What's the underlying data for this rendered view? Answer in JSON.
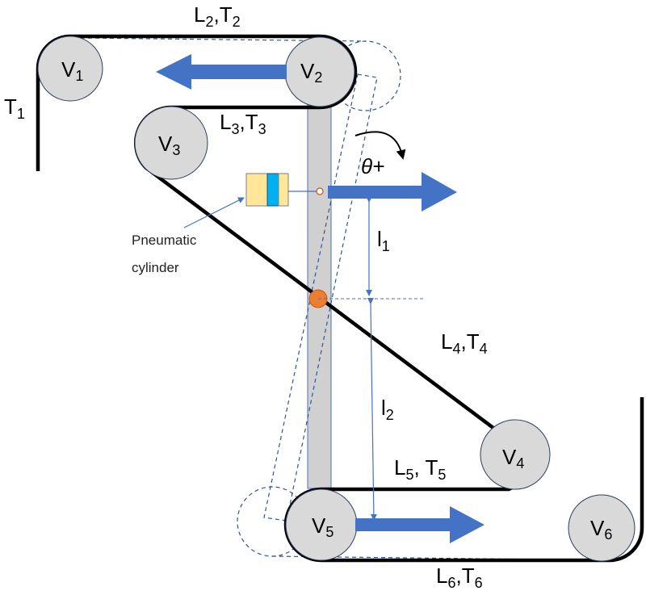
{
  "rollers": [
    {
      "name": "V",
      "sub": "1"
    },
    {
      "name": "V",
      "sub": "2"
    },
    {
      "name": "V",
      "sub": "3"
    },
    {
      "name": "V",
      "sub": "4"
    },
    {
      "name": "V",
      "sub": "5"
    },
    {
      "name": "V",
      "sub": "6"
    }
  ],
  "labels": {
    "t1": {
      "main": "T",
      "sub": "1"
    },
    "l2t2": {
      "l": "L",
      "ls": "2",
      "sep": ",",
      "t": "T",
      "ts": "2"
    },
    "l3t3": {
      "l": "L",
      "ls": "3",
      "sep": ",",
      "t": "T",
      "ts": "3"
    },
    "l4t4": {
      "l": "L",
      "ls": "4",
      "sep": ",",
      "t": "T",
      "ts": "4"
    },
    "l5t5": {
      "l": "L",
      "ls": "5",
      "sep": ", ",
      "t": "T",
      "ts": "5"
    },
    "l6t6": {
      "l": "L",
      "ls": "6",
      "sep": ",",
      "t": "T",
      "ts": "6"
    },
    "l1": {
      "main": "l",
      "sub": "1"
    },
    "l2": {
      "main": "l",
      "sub": "2"
    },
    "theta": "θ+",
    "pneumatic_line1": "Pneumatic",
    "pneumatic_line2": "cylinder"
  },
  "colors": {
    "belt": "#000000",
    "roller_fill": "#d9d9d9",
    "roller_stroke": "#2f3f5a",
    "arrow_blue": "#4472c4",
    "pivot_orange": "#ed7d31",
    "cylinder_yellow": "#ffe699",
    "cylinder_cyan": "#00b0f0",
    "arm_grey": "#d0d0d0"
  }
}
